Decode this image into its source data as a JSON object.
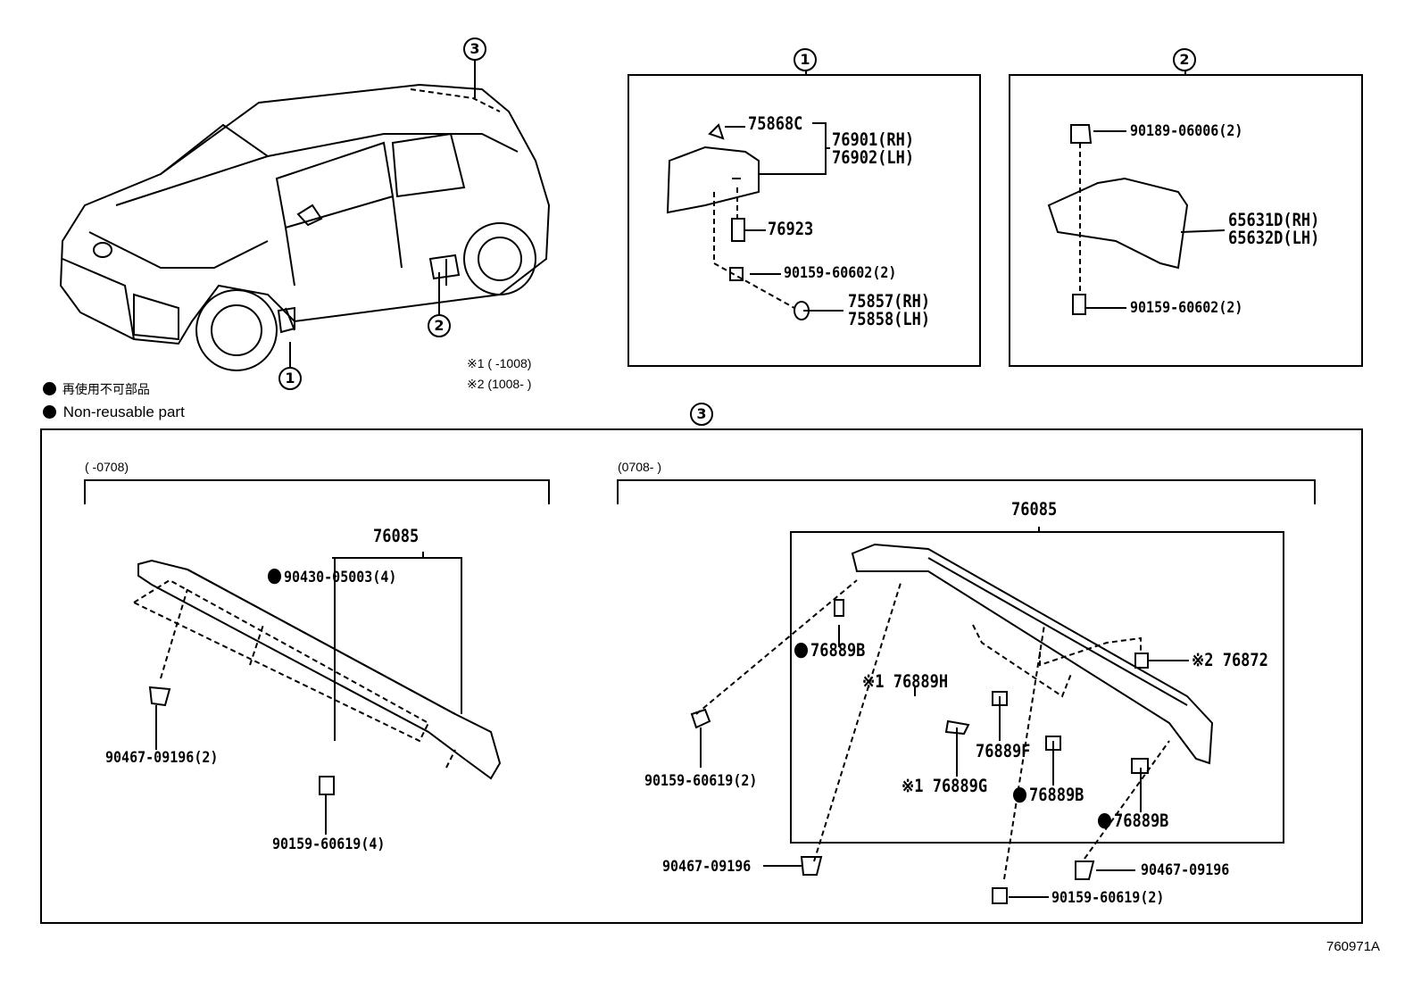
{
  "callouts": {
    "c1": "1",
    "c2": "2",
    "c3": "3"
  },
  "legend": {
    "jp": "再使用不可部品",
    "en": "Non-reusable part",
    "note1": "※1 (        -1008)",
    "note2": "※2 (1008-        )"
  },
  "box1": {
    "p75868c": "75868C",
    "p76901": "76901(RH)",
    "p76902": "76902(LH)",
    "p76923": "76923",
    "p90159": "90159-60602(2)",
    "p75857": "75857(RH)",
    "p75858": "75858(LH)"
  },
  "box2": {
    "p90189": "90189-06006(2)",
    "p65631": "65631D(RH)",
    "p65632": "65632D(LH)",
    "p90159": "90159-60602(2)"
  },
  "box3": {
    "left": {
      "range": "(        -0708)",
      "p76085": "76085",
      "p90430": "90430-05003(4)",
      "p90467": "90467-09196(2)",
      "p90159": "90159-60619(4)"
    },
    "right": {
      "range": "(0708-        )",
      "p76085": "76085",
      "p76889b_1": "76889B",
      "p76889h": "※1 76889H",
      "p76872": "※2 76872",
      "p76889f": "76889F",
      "p76889g": "※1 76889G",
      "p76889b_2": "76889B",
      "p76889b_3": "76889B",
      "p90159a": "90159-60619(2)",
      "p90467a": "90467-09196",
      "p90467b": "90467-09196",
      "p90159b": "90159-60619(2)"
    }
  },
  "figure_id": "760971A"
}
